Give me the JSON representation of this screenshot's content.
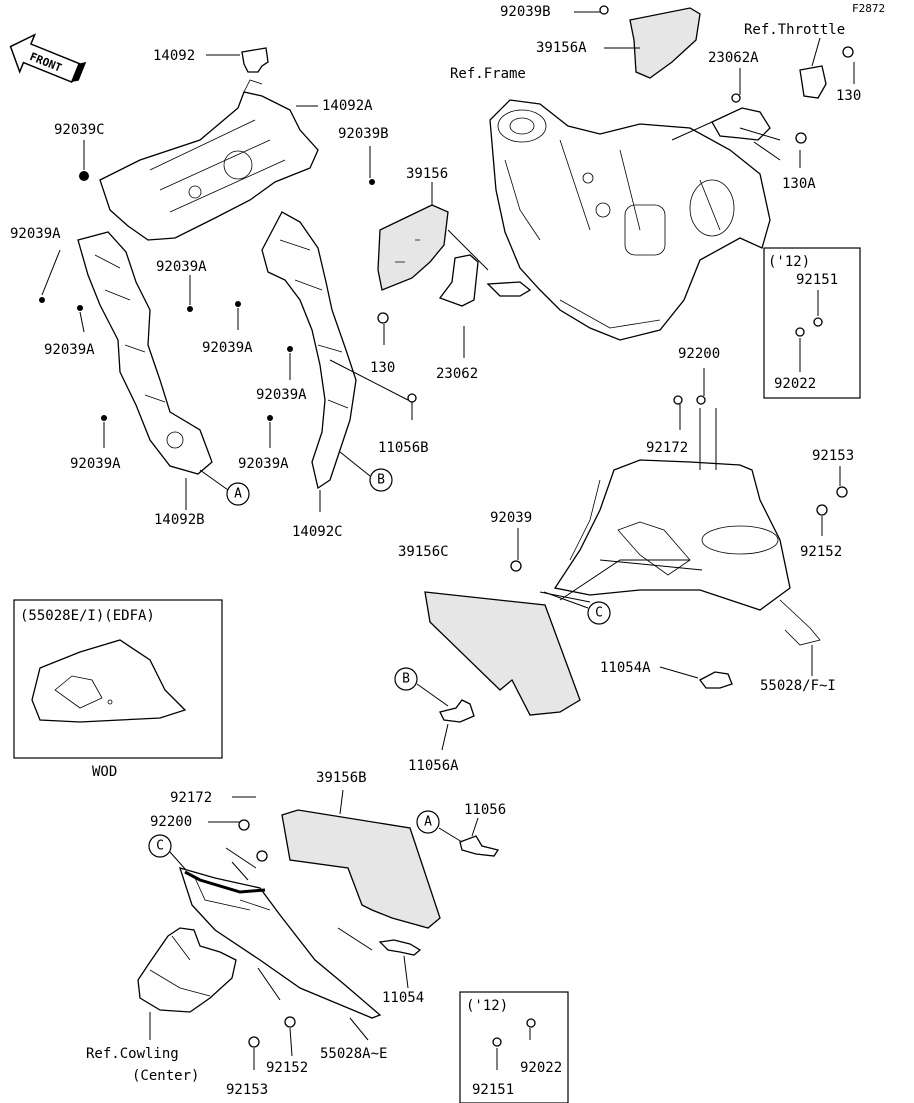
{
  "figure_code": "F2872",
  "front_label": "FRONT",
  "references": {
    "throttle": "Ref.Throttle",
    "frame": "Ref.Frame",
    "cowling_line1": "Ref.Cowling",
    "cowling_line2": "(Center)"
  },
  "boxes": {
    "variant": {
      "title": "(55028E/I)(EDFA)",
      "caption": "WOD"
    },
    "year_top": {
      "title": "('12)",
      "part_a": "92151",
      "part_b": "92022"
    },
    "year_bottom": {
      "title": "('12)",
      "part_a": "92022",
      "part_b": "92151"
    }
  },
  "callouts": [
    "A",
    "B",
    "C"
  ],
  "part_labels": {
    "p14092": "14092",
    "p14092A": "14092A",
    "p92039C": "92039C",
    "p92039B_top": "92039B",
    "p39156A": "39156A",
    "p23062A": "23062A",
    "p130_top": "130",
    "p130A": "130A",
    "p92039B": "92039B",
    "p39156": "39156",
    "p92039A_1": "92039A",
    "p92039A_2": "92039A",
    "p92039A_3": "92039A",
    "p92039A_4": "92039A",
    "p92039A_5": "92039A",
    "p92039A_6": "92039A",
    "p92039A_7": "92039A",
    "p130": "130",
    "p23062": "23062",
    "p11056B": "11056B",
    "p14092B": "14092B",
    "p14092C": "14092C",
    "p92200": "92200",
    "p92172": "92172",
    "p92153": "92153",
    "p92152": "92152",
    "p92039": "92039",
    "p39156C": "39156C",
    "p11054A": "11054A",
    "p55028FI": "55028/F~I",
    "p11056A": "11056A",
    "p92172_b": "92172",
    "p39156B": "39156B",
    "p11056": "11056",
    "p92200_b": "92200",
    "p11054": "11054",
    "p92152_b": "92152",
    "p55028AE": "55028A~E",
    "p92153_b": "92153"
  }
}
